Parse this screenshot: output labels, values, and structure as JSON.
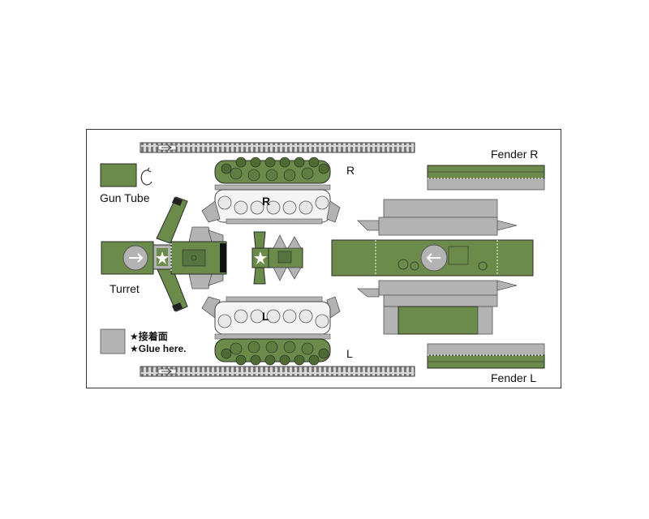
{
  "labels": {
    "gun_tube": "Gun Tube",
    "turret": "Turret",
    "fender_r": "Fender R",
    "fender_l": "Fender L",
    "side_r": "R",
    "side_l": "L",
    "mark_r": "R",
    "mark_l": "L"
  },
  "legend": {
    "glue_jp": "★接着面",
    "glue_en": "★Glue here."
  },
  "colors": {
    "olive": "#6a8b4a",
    "olive_dark": "#4e6b34",
    "glue_gray": "#b3b3b3",
    "outline": "#2b2b2b"
  }
}
